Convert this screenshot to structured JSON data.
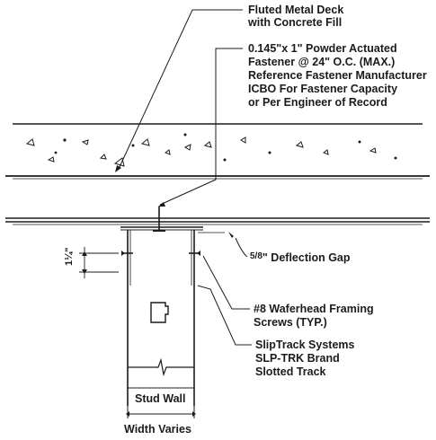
{
  "labels": {
    "deck": [
      "Fluted Metal Deck",
      "with Concrete Fill"
    ],
    "fastener": [
      "0.145\"x 1\" Powder Actuated",
      "Fastener @ 24\" O.C. (MAX.)",
      "Reference Fastener Manufacturer",
      "ICBO For Fastener Capacity",
      "or Per Engineer of Record"
    ],
    "deflection_gap": "5/8\" Deflection Gap",
    "deflection_gap_fraction": "5/8",
    "deflection_gap_rest": "\" Deflection Gap",
    "screws": [
      "#8 Waferhead Framing",
      "Screws (TYP.)"
    ],
    "track": [
      "SlipTrack Systems",
      "SLP-TRK Brand",
      "Slotted Track"
    ],
    "stud_wall": "Stud Wall",
    "width": "Width Varies",
    "dimension": "1 1/4\""
  }
}
